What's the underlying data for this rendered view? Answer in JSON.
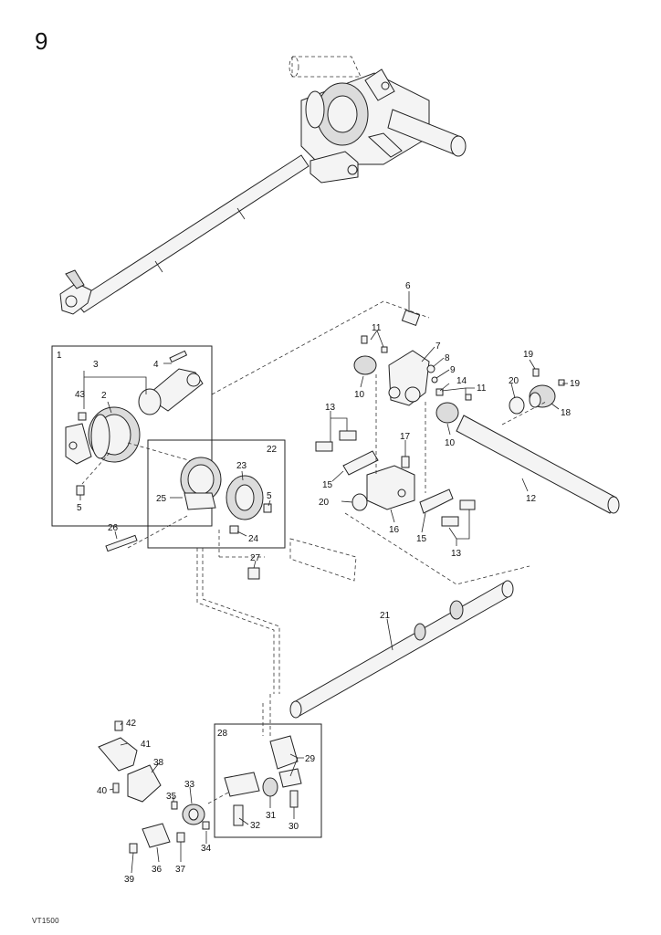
{
  "page_number": "9",
  "footer_code": "VT1500",
  "group_labels": [
    "1",
    "22",
    "28"
  ],
  "part_labels": [
    "2",
    "3",
    "4",
    "5",
    "5",
    "6",
    "7",
    "8",
    "9",
    "10",
    "10",
    "11",
    "11",
    "12",
    "13",
    "13",
    "14",
    "15",
    "15",
    "16",
    "17",
    "18",
    "19",
    "19",
    "20",
    "20",
    "21",
    "23",
    "24",
    "25",
    "26",
    "27",
    "29",
    "30",
    "31",
    "32",
    "33",
    "34",
    "35",
    "36",
    "37",
    "38",
    "39",
    "40",
    "41",
    "42",
    "43"
  ]
}
